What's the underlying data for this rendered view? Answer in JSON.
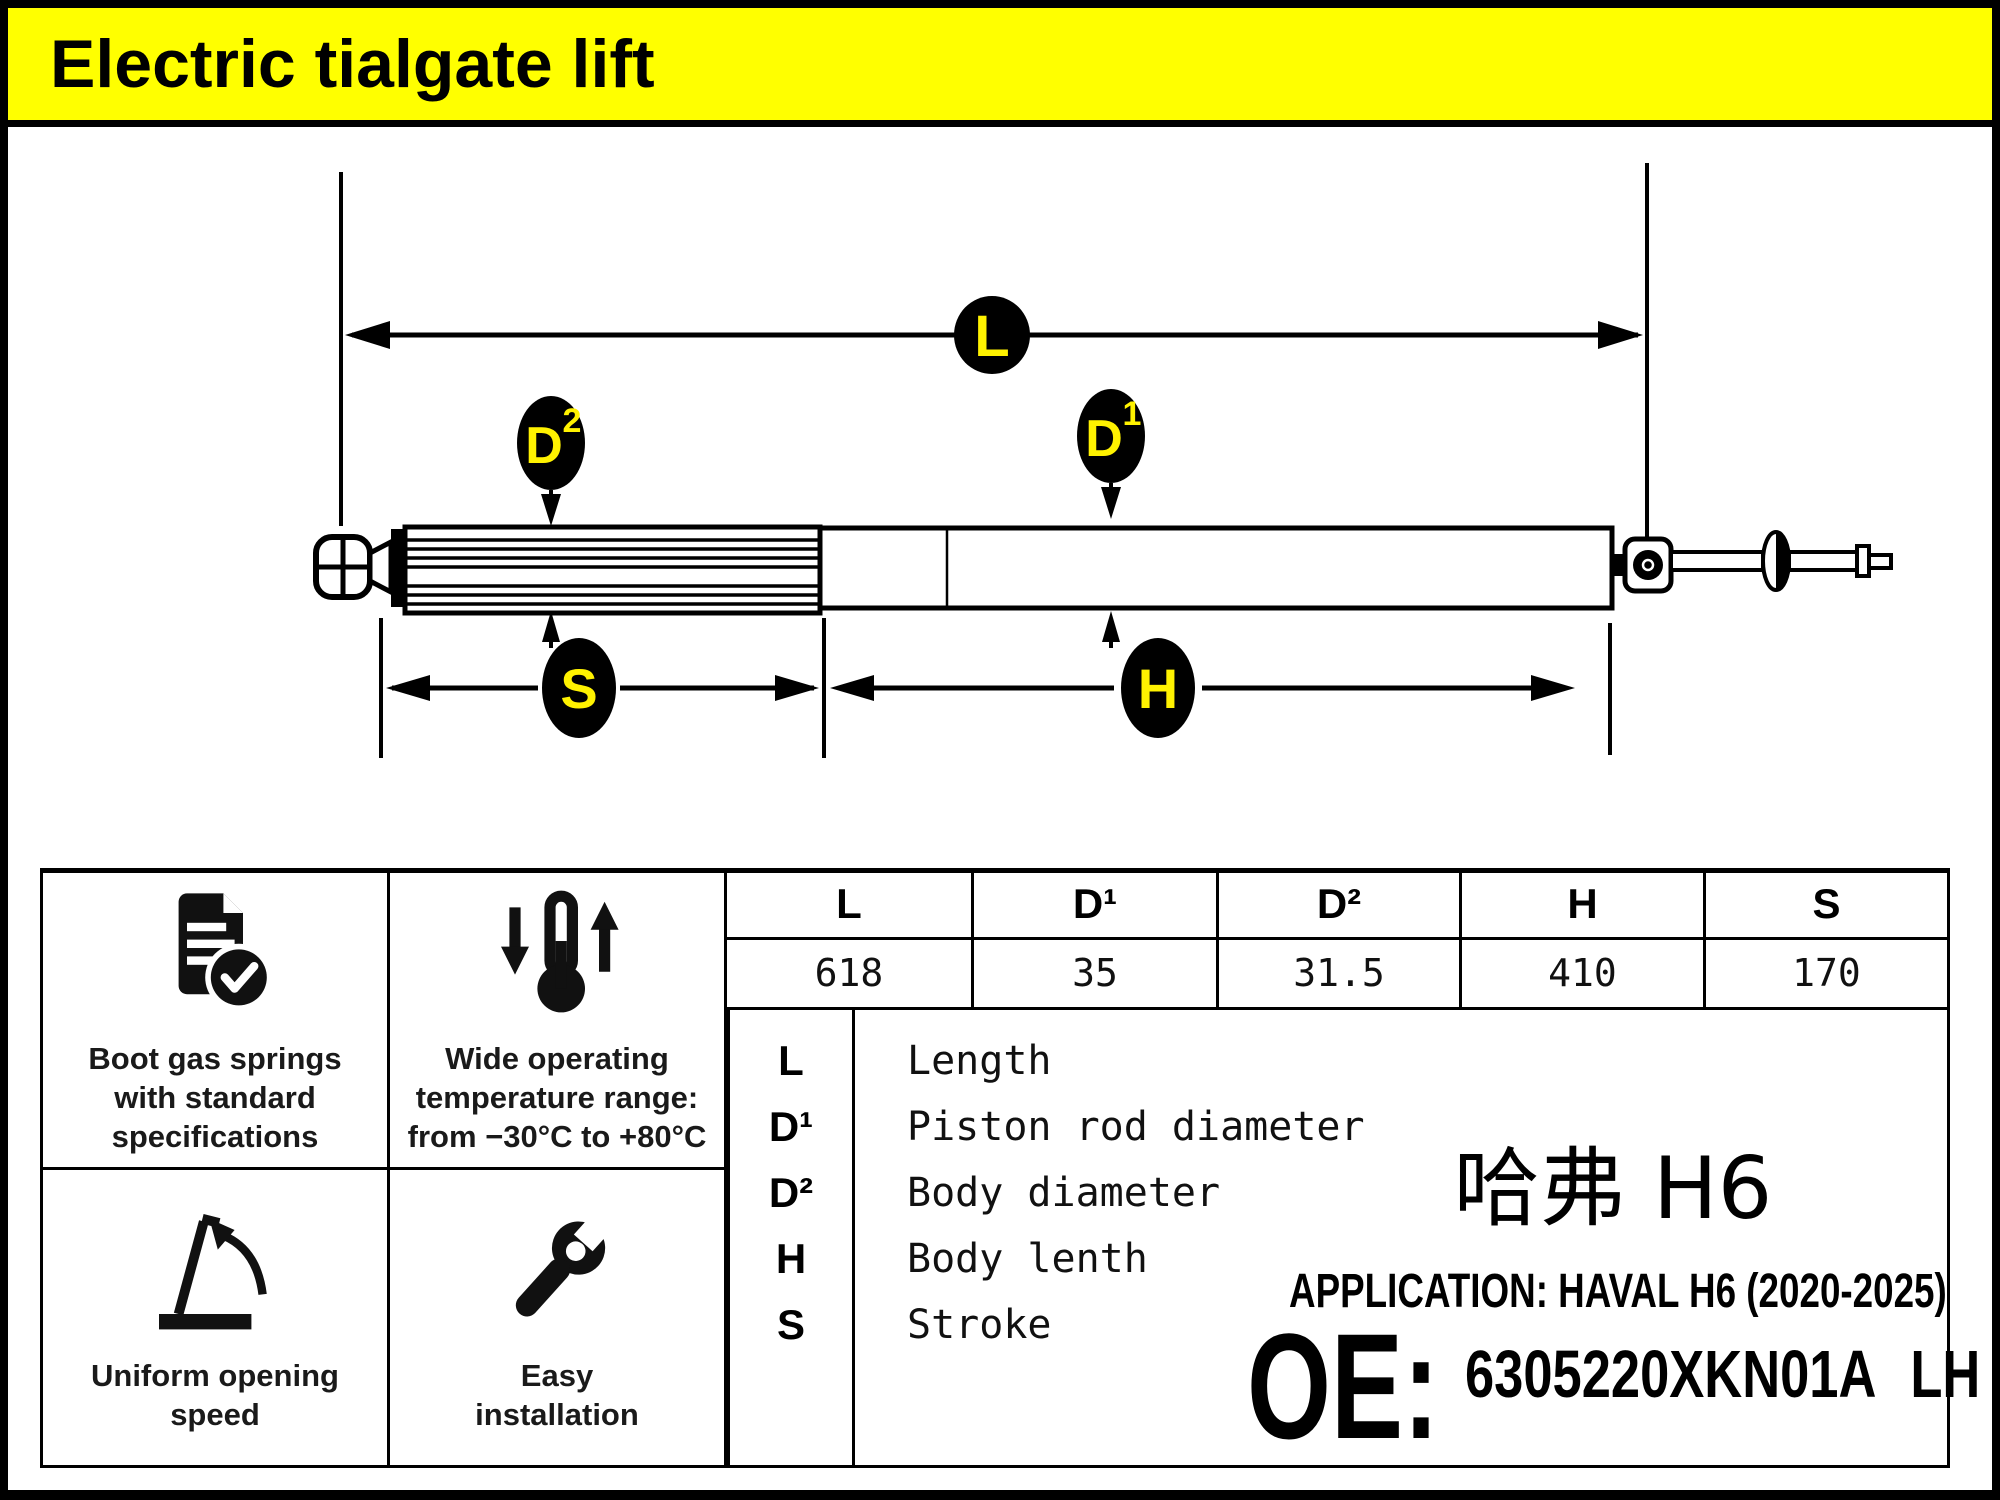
{
  "title": "Electric tialgate lift",
  "colors": {
    "title_band": "#FFFF00",
    "callout_fill": "#000000",
    "callout_text": "#FFF200",
    "line_color": "#000000"
  },
  "diagram": {
    "labels": {
      "length": "L",
      "rod_diameter_base": "D",
      "rod_diameter_sup": "1",
      "body_diameter_base": "D",
      "body_diameter_sup": "2",
      "body_length": "H",
      "stroke": "S"
    }
  },
  "features": [
    {
      "icon": "document-check-icon",
      "lines": [
        "Boot gas springs",
        "with standard",
        "specifications"
      ]
    },
    {
      "icon": "thermometer-range-icon",
      "lines": [
        "Wide operating",
        "temperature range:",
        "from −30°C to +80°C"
      ]
    },
    {
      "icon": "opening-speed-icon",
      "lines": [
        "Uniform opening",
        "speed"
      ]
    },
    {
      "icon": "wrench-icon",
      "lines": [
        "Easy",
        "installation"
      ]
    }
  ],
  "spec_table": {
    "headers": [
      "L",
      "D¹",
      "D²",
      "H",
      "S"
    ],
    "values": [
      "618",
      "35",
      "31.5",
      "410",
      "170"
    ]
  },
  "legend": [
    {
      "symbol": "L",
      "description": "Length"
    },
    {
      "symbol": "D¹",
      "description": "Piston rod diameter"
    },
    {
      "symbol": "D²",
      "description": "Body diameter"
    },
    {
      "symbol": "H",
      "description": "Body lenth"
    },
    {
      "symbol": "S",
      "description": "Stroke"
    }
  ],
  "vehicle": {
    "model_cn": "哈弗 H6",
    "application": "APPLICATION: HAVAL H6 (2020-2025)",
    "oe_label": "OE:",
    "oe_number": "6305220XKN01A LH"
  }
}
